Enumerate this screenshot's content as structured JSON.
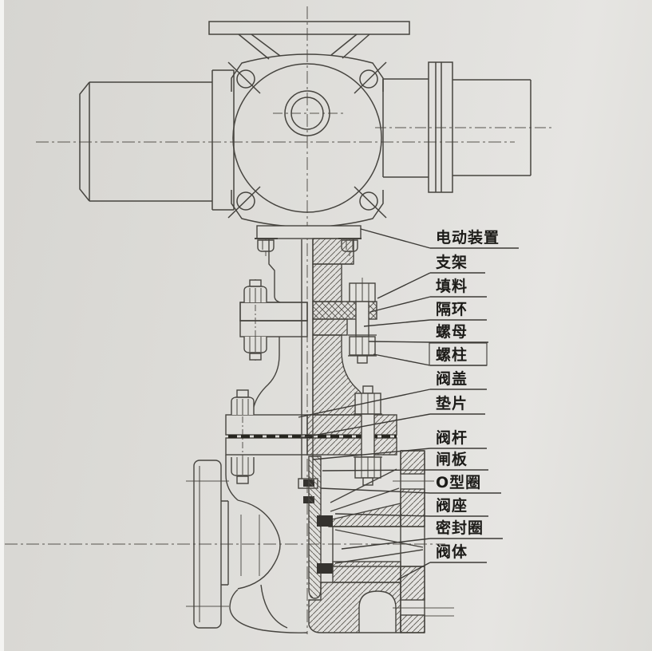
{
  "parts": [
    {
      "text": "电动装置"
    },
    {
      "text": "支架"
    },
    {
      "text": "填料"
    },
    {
      "text": "隔环"
    },
    {
      "text": "螺母"
    },
    {
      "text": "螺柱"
    },
    {
      "text": "阀盖"
    },
    {
      "text": "垫片"
    },
    {
      "text": "阀杆"
    },
    {
      "text": "闸板"
    },
    {
      "text": "O型圈"
    },
    {
      "text": "阀座"
    },
    {
      "text": "密封圈"
    },
    {
      "text": "阀体"
    }
  ],
  "colors": {
    "line": "#46443f",
    "label_text": "#1c1b18",
    "paper": "#dcdbd7",
    "seal_dark": "#35332f"
  }
}
